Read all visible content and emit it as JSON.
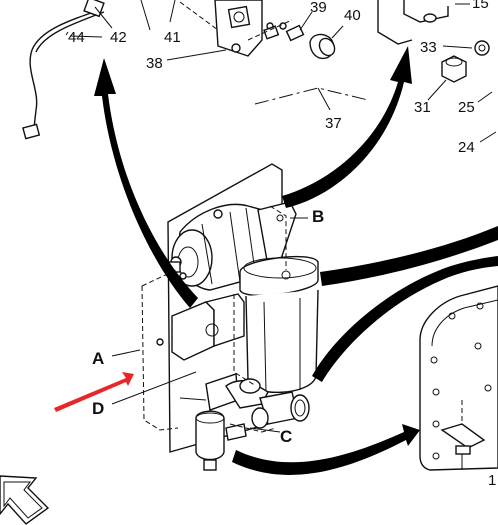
{
  "callouts": {
    "n44": "44",
    "n42": "42",
    "n41": "41",
    "n38": "38",
    "n39": "39",
    "n40": "40",
    "n37": "37",
    "n15": "15",
    "n33": "33",
    "n31": "31",
    "n25": "25",
    "n24": "24",
    "n1": "1"
  },
  "letters": {
    "A": "A",
    "B": "B",
    "C": "C",
    "D": "D"
  },
  "colors": {
    "ink": "#111111",
    "highlight_arrow": "#e8262a",
    "background": "#ffffff"
  },
  "icons": {
    "view_direction": "outline-arrow-icon",
    "pointer": "red-arrow-icon"
  }
}
